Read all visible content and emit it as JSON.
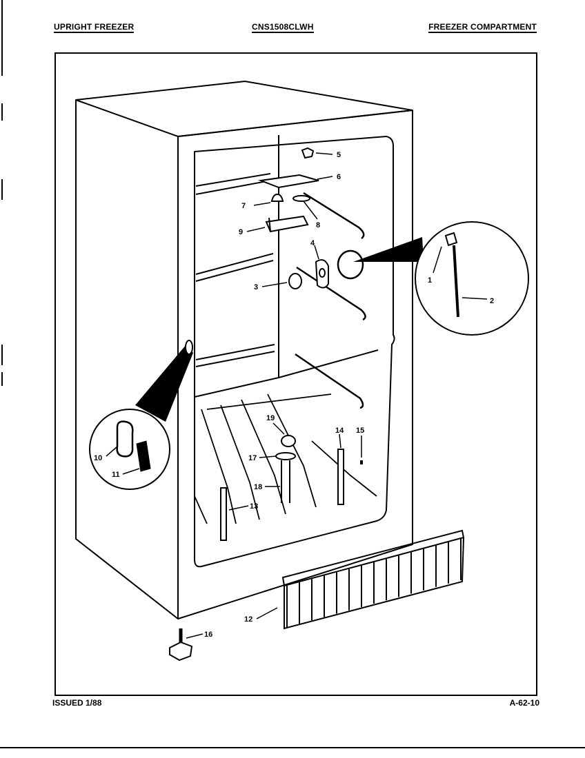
{
  "header": {
    "left": "UPRIGHT FREEZER",
    "center": "CNS1508CLWH",
    "right": "FREEZER COMPARTMENT"
  },
  "footer": {
    "issued": "ISSUED 1/88",
    "page_code": "A-62-10"
  },
  "callouts": {
    "c1": "1",
    "c2": "2",
    "c3": "3",
    "c4": "4",
    "c5": "5",
    "c6": "6",
    "c7": "7",
    "c8": "8",
    "c9": "9",
    "c10": "10",
    "c11": "11",
    "c12": "12",
    "c13": "13",
    "c14": "14",
    "c15": "15",
    "c16": "16",
    "c17": "17",
    "c18": "18",
    "c19": "19"
  }
}
